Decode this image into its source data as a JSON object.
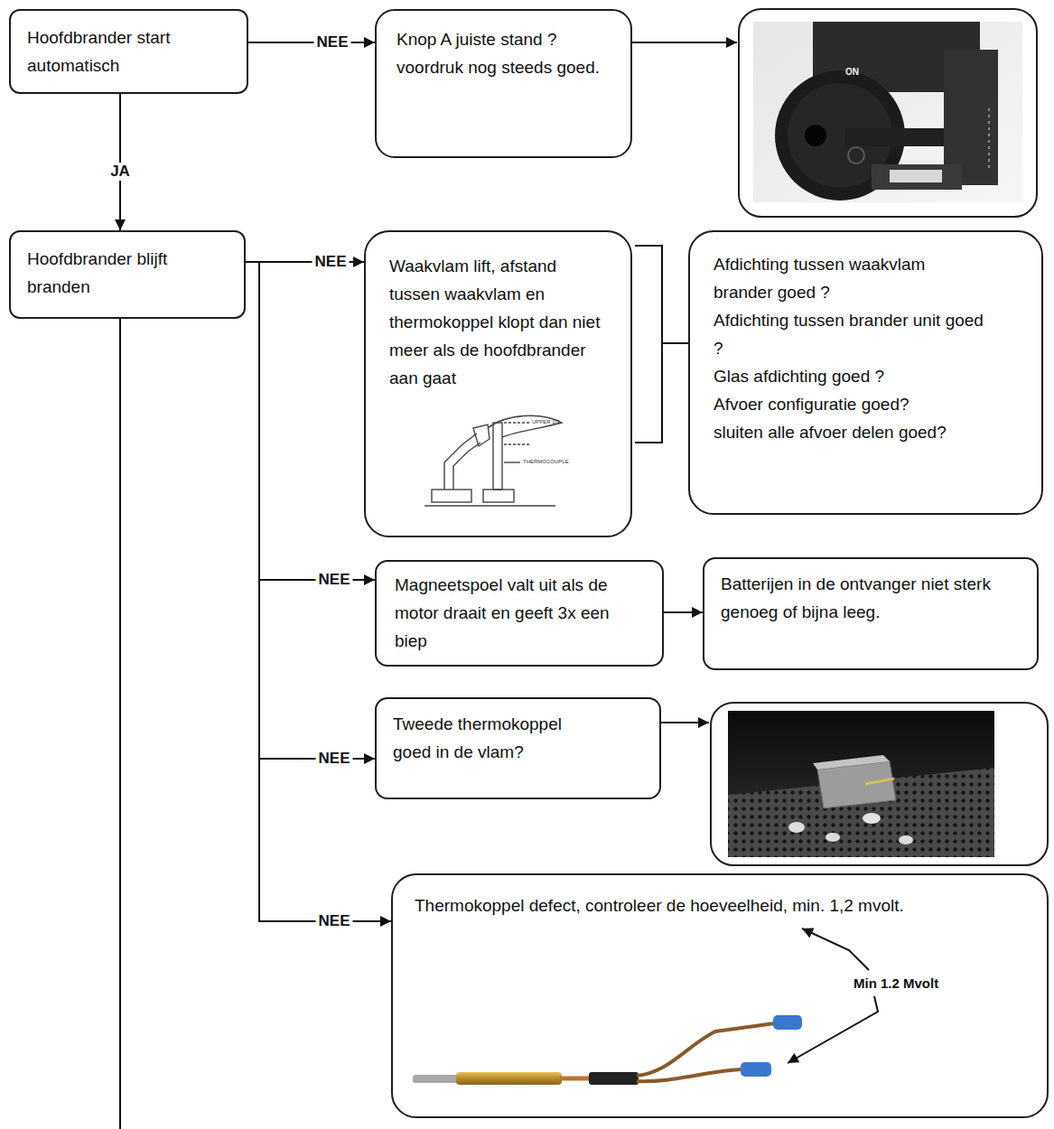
{
  "diagram": {
    "nodes": [
      {
        "text": [
          "Hoofdbrander start automatisch"
        ]
      },
      {
        "text": [
          "Knop A juiste stand ? voordruk nog steeds goed."
        ]
      },
      {
        "text": [
          "Hoofdbrander blijft branden"
        ]
      },
      {
        "text": [
          "Waakvlam lift, afstand tussen waakvlam en thermokoppel klopt dan niet meer als de hoofdbrander aan gaat"
        ]
      },
      {
        "text": [
          "Afdichting tussen waakvlam brander goed ?",
          "Afdichting tussen brander unit goed ?",
          "Glas afdichting goed ?",
          "Afvoer configuratie goed?",
          "sluiten alle afvoer delen goed?"
        ]
      },
      {
        "text": [
          "Magneetspoel valt uit als de motor draait en geeft 3x een biep"
        ]
      },
      {
        "text": [
          "Batterijen in de ontvanger niet sterk genoeg of bijna leeg."
        ]
      },
      {
        "text": [
          "Tweede thermokoppel goed in de vlam?"
        ]
      },
      {
        "text": [
          "Thermokoppel defect, controleer de hoeveelheid, min. 1,2 mvolt."
        ]
      }
    ],
    "edges": [
      {
        "from": 0,
        "to": 1,
        "label": "NEE",
        "arrow": "to"
      },
      {
        "from": 0,
        "to": 2,
        "label": "JA",
        "arrow": "to"
      },
      {
        "from": 2,
        "to": 3,
        "label": "NEE",
        "arrow": "to"
      },
      {
        "from": 3,
        "to": 4,
        "arrow": "none"
      },
      {
        "from": 2,
        "to": 5,
        "label": "NEE",
        "arrow": "to"
      },
      {
        "from": 5,
        "to": 6,
        "arrow": "to"
      },
      {
        "from": 2,
        "to": 7,
        "label": "NEE",
        "arrow": "to"
      },
      {
        "from": 2,
        "to": 8,
        "label": "NEE",
        "arrow": "to"
      }
    ],
    "labels": [
      "ON",
      "UPPER 1/3",
      "THERMOCOUPLE",
      "Min 1.2 Mvolt"
    ]
  }
}
